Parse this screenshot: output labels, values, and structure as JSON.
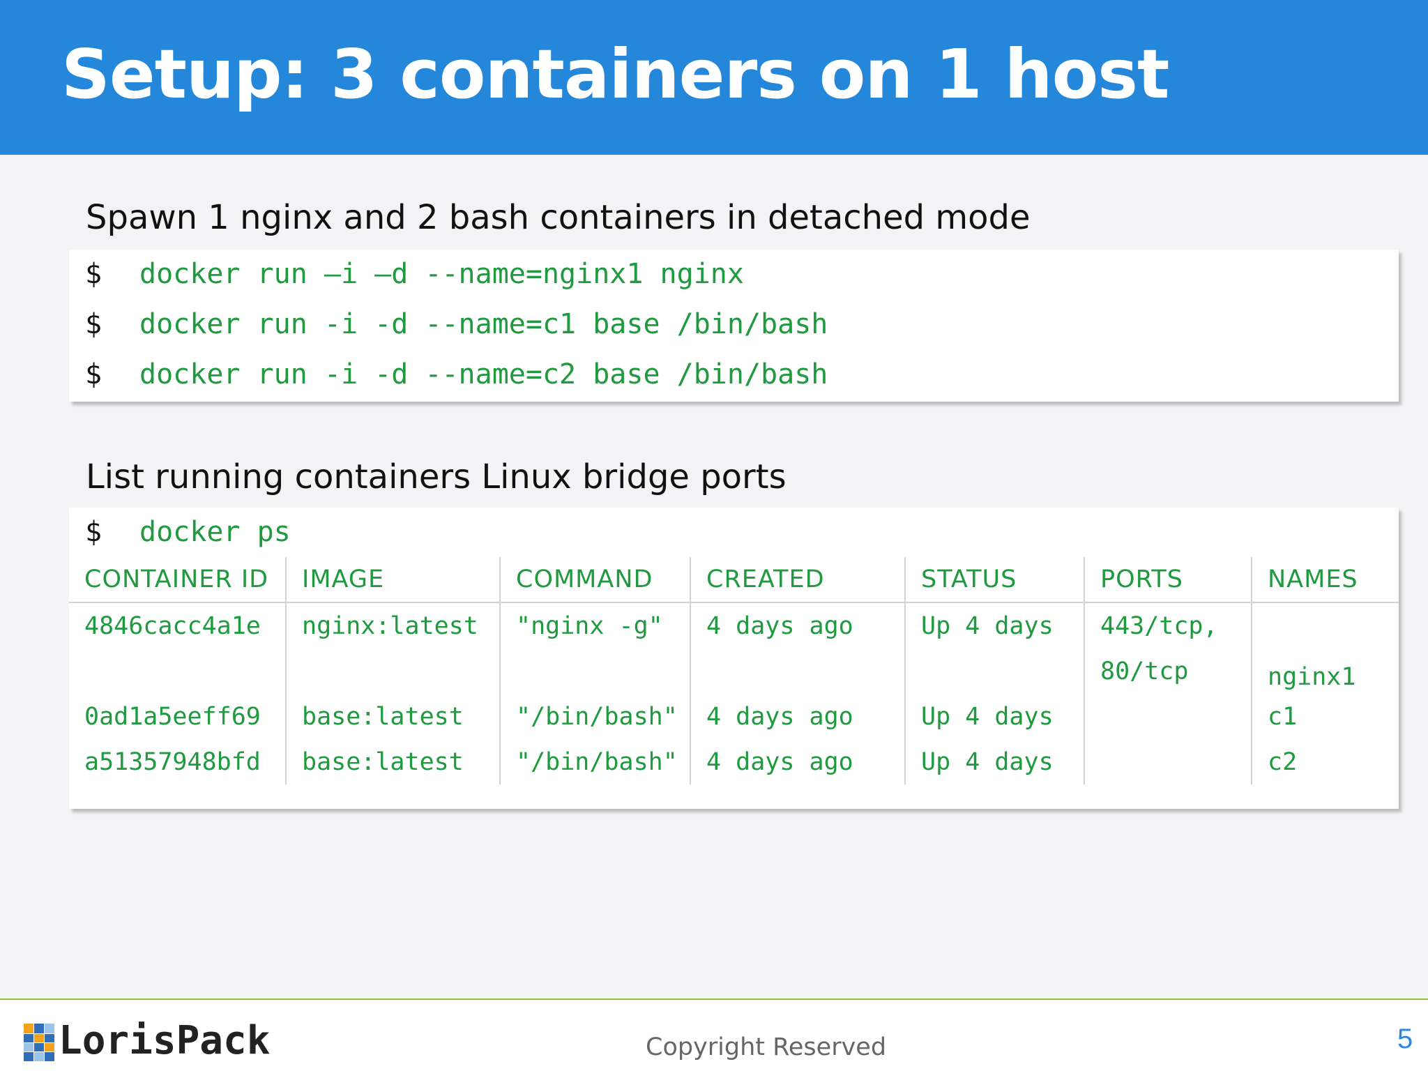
{
  "title": "Setup: 3 containers on 1 host",
  "section1": {
    "heading": "Spawn 1 nginx and 2 bash containers in detached mode",
    "commands": [
      {
        "prompt": "$",
        "text": "docker run –i –d --name=nginx1 nginx"
      },
      {
        "prompt": "$",
        "text": "docker run -i -d --name=c1 base /bin/bash"
      },
      {
        "prompt": "$",
        "text": "docker run -i -d --name=c2 base /bin/bash"
      }
    ]
  },
  "section2": {
    "heading": "List running containers Linux bridge ports",
    "command": {
      "prompt": "$",
      "text": "docker ps"
    },
    "table": {
      "headers": [
        "CONTAINER ID",
        "IMAGE",
        "COMMAND",
        "CREATED",
        "STATUS",
        "PORTS",
        "NAMES"
      ],
      "rows": [
        {
          "id": "4846cacc4a1e",
          "image": "nginx:latest",
          "command": "\"nginx -g\"",
          "created": "4 days ago",
          "status": "Up 4 days",
          "ports_line1": "443/tcp,",
          "ports_line2": "80/tcp",
          "names": "nginx1"
        },
        {
          "id": "0ad1a5eeff69",
          "image": "base:latest",
          "command": "\"/bin/bash\"",
          "created": "4 days ago",
          "status": "Up 4 days",
          "ports": "",
          "names": "c1"
        },
        {
          "id": "a51357948bfd",
          "image": "base:latest",
          "command": "\"/bin/bash\"",
          "created": "4 days ago",
          "status": "Up 4 days",
          "ports": "",
          "names": "c2"
        }
      ]
    }
  },
  "footer": {
    "logo": "LorisPack",
    "copyright": "Copyright Reserved",
    "page_number": "5"
  },
  "colors": {
    "header_blue": "#2487d9",
    "command_green": "#1f9a3f",
    "footer_rule": "#8fbf3d"
  }
}
